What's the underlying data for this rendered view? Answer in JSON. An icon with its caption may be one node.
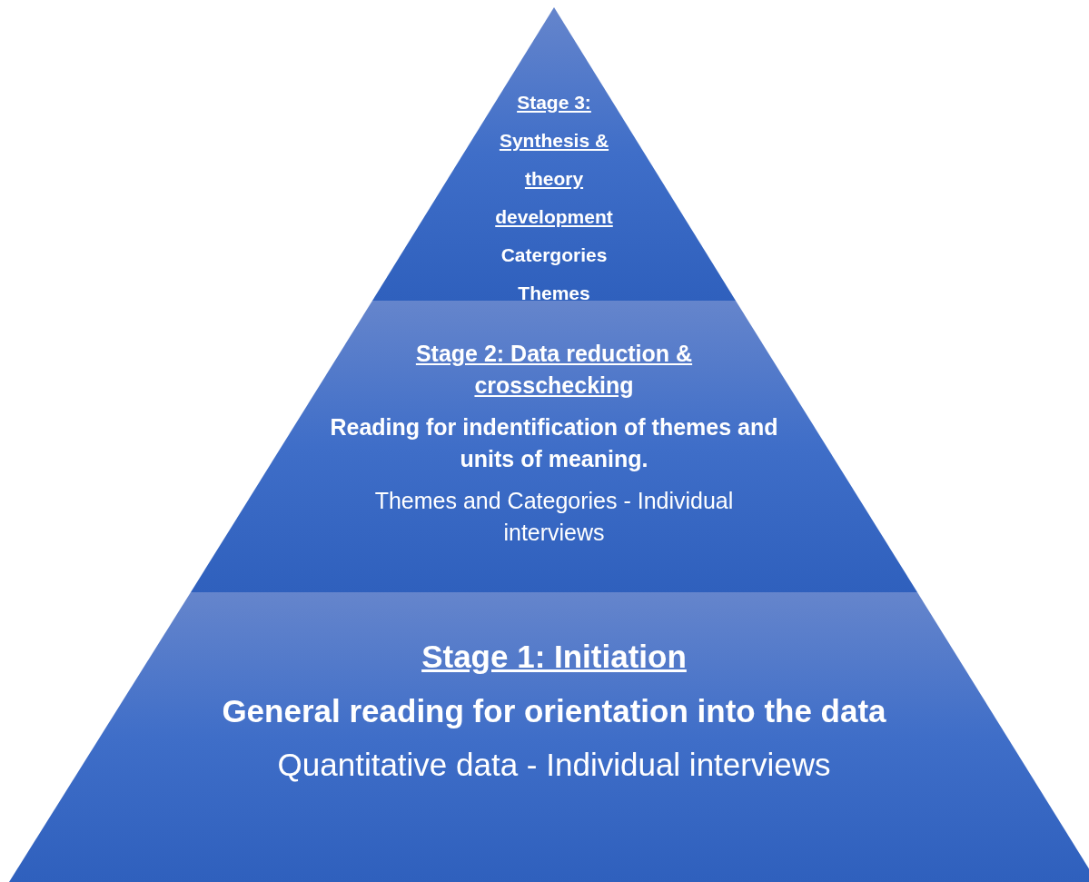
{
  "diagram": {
    "nodes": [
      {
        "text": [
          "Stage 3: Synthesis & theory development",
          "Catergories",
          "Themes"
        ]
      },
      {
        "text": [
          "Stage 2: Data reduction & crosschecking",
          "Reading for indentification of themes and units of meaning.",
          "Themes and Categories - Individual interviews"
        ]
      },
      {
        "text": [
          "Stage 1: Initiation",
          "General reading for orientation into the data",
          "Quantitative data - Individual interviews"
        ]
      }
    ]
  }
}
